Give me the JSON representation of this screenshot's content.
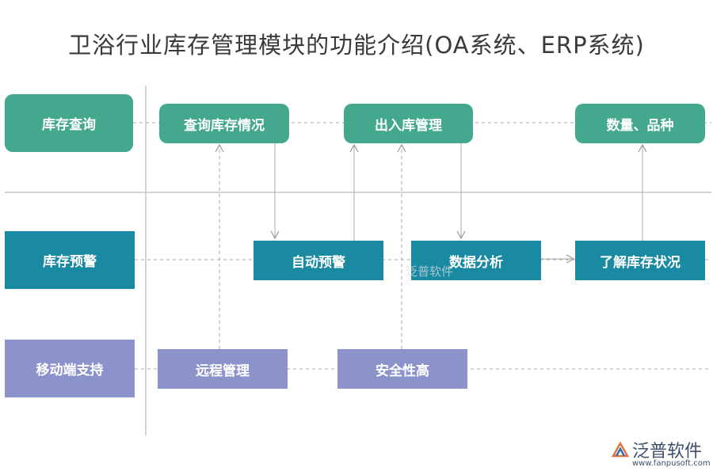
{
  "title": "卫浴行业库存管理模块的功能介绍(OA系统、ERP系统)",
  "rows": [
    {
      "label": "库存查询"
    },
    {
      "label": "库存预警"
    },
    {
      "label": "移动端支持"
    }
  ],
  "nodes": {
    "query_inventory_status": "查询库存情况",
    "in_out_management": "出入库管理",
    "quantity_variety": "数量、品种",
    "auto_warning": "自动预警",
    "data_analysis": "数据分析",
    "understand_inventory": "了解库存状况",
    "remote_management": "远程管理",
    "high_security": "安全性高"
  },
  "watermark": "泛普软件",
  "logo": {
    "name": "泛普软件",
    "url": "www.fanpusoft.com"
  },
  "colors": {
    "green": "#44a88e",
    "teal": "#1a8aa2",
    "purple": "#8c93cb",
    "line": "#aaaaaa"
  }
}
